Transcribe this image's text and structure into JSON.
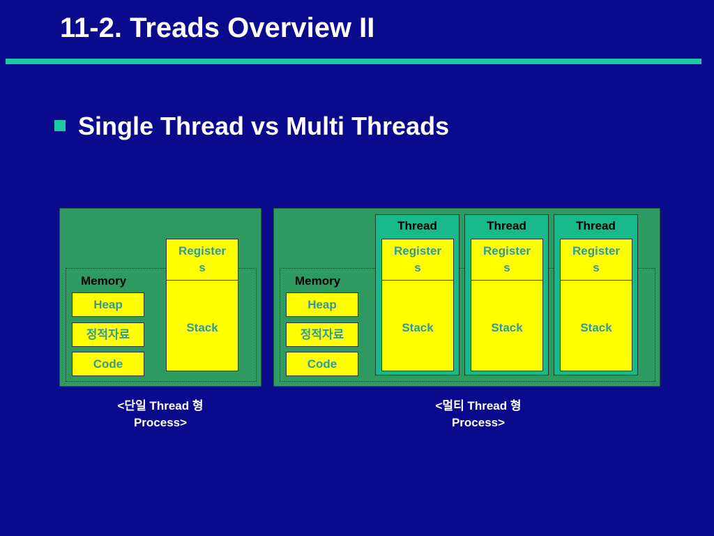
{
  "slide": {
    "title": "11-2. Treads Overview II",
    "bullet": "Single Thread vs Multi Threads"
  },
  "single": {
    "registers": "Register\ns",
    "stack": "Stack",
    "memory_label": "Memory",
    "heap": "Heap",
    "static": "정적자료",
    "code": "Code",
    "caption_line1": "<단일 Thread 형",
    "caption_line2": "Process>"
  },
  "multi": {
    "memory_label": "Memory",
    "heap": "Heap",
    "static": "정적자료",
    "code": "Code",
    "threads": [
      {
        "label": "Thread",
        "registers": "Register\ns",
        "stack": "Stack"
      },
      {
        "label": "Thread",
        "registers": "Register\ns",
        "stack": "Stack"
      },
      {
        "label": "Thread",
        "registers": "Register\ns",
        "stack": "Stack"
      }
    ],
    "caption_line1": "<멀티 Thread 형",
    "caption_line2": "Process>"
  },
  "colors": {
    "background": "#0a0a8c",
    "accent": "#1dc9a0",
    "process_fill": "#2e9a62",
    "thread_fill": "#17b98a",
    "box_fill": "#ffff00",
    "box_text": "#2f9b9b"
  }
}
